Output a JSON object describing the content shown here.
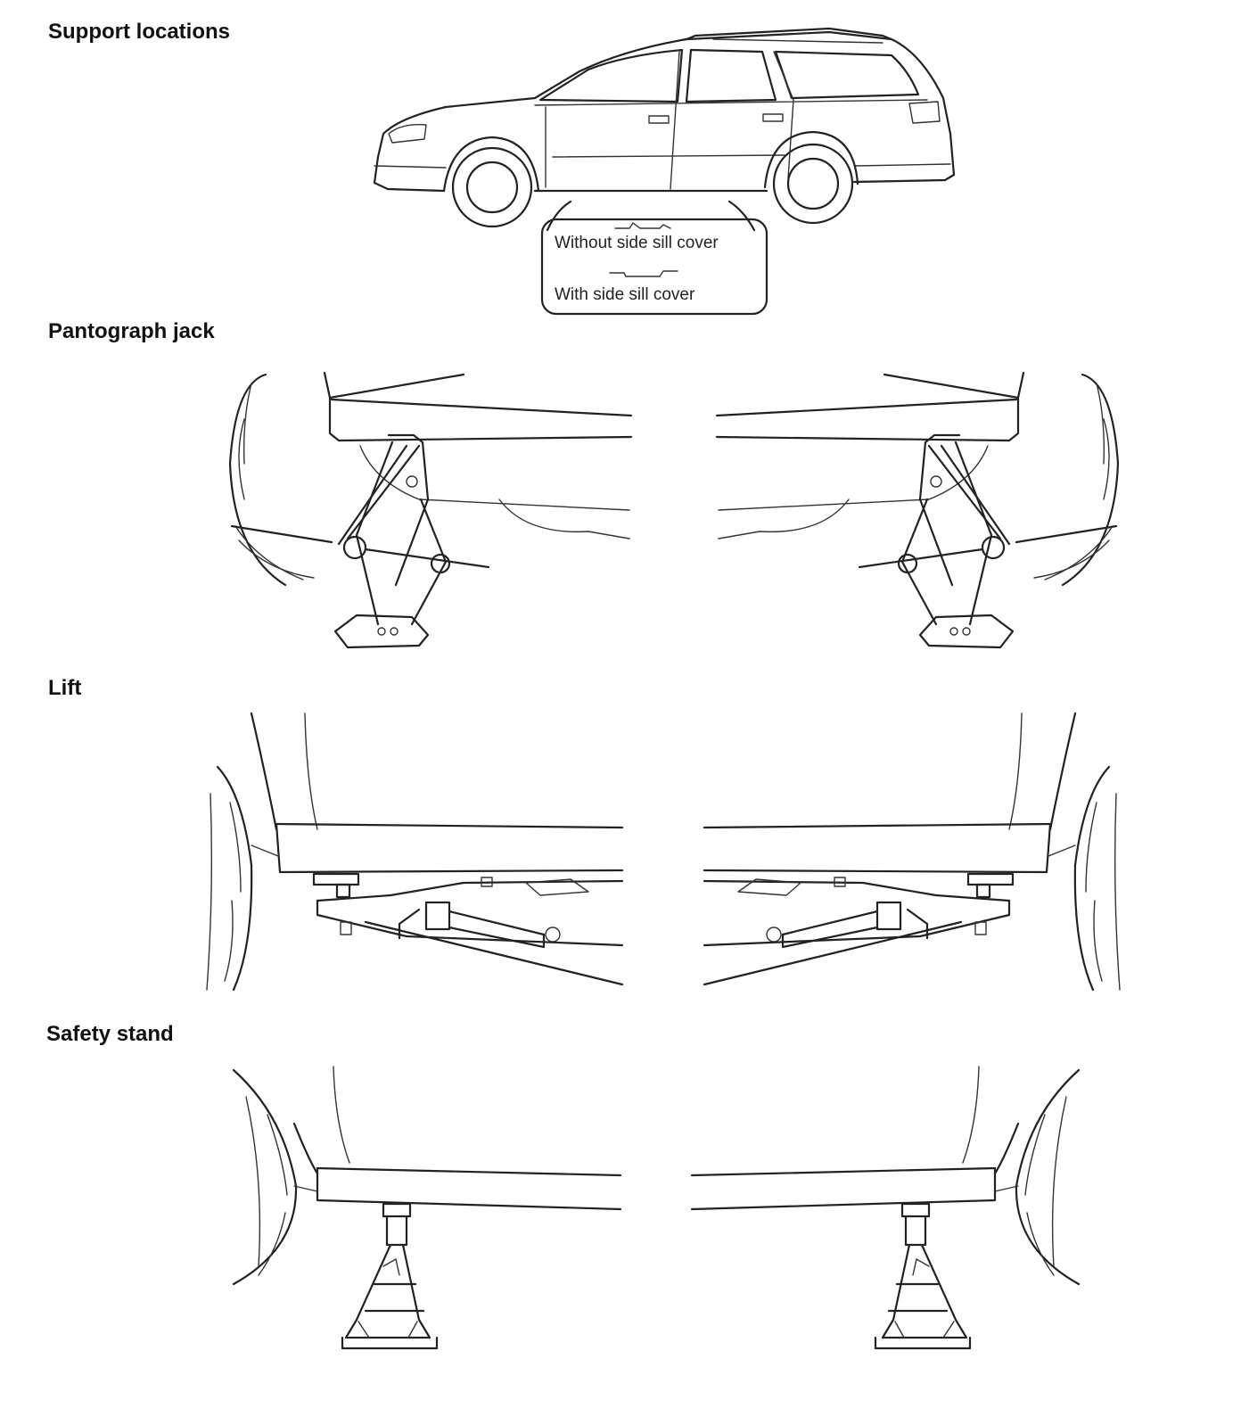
{
  "sections": {
    "support": {
      "heading": "Support locations"
    },
    "pantograph": {
      "heading": "Pantograph jack"
    },
    "lift": {
      "heading": "Lift"
    },
    "stand": {
      "heading": "Safety stand"
    }
  },
  "callout": {
    "without_cover": "Without side sill cover",
    "with_cover": "With side sill cover"
  },
  "colors": {
    "line": "#222222",
    "background": "#ffffff"
  }
}
